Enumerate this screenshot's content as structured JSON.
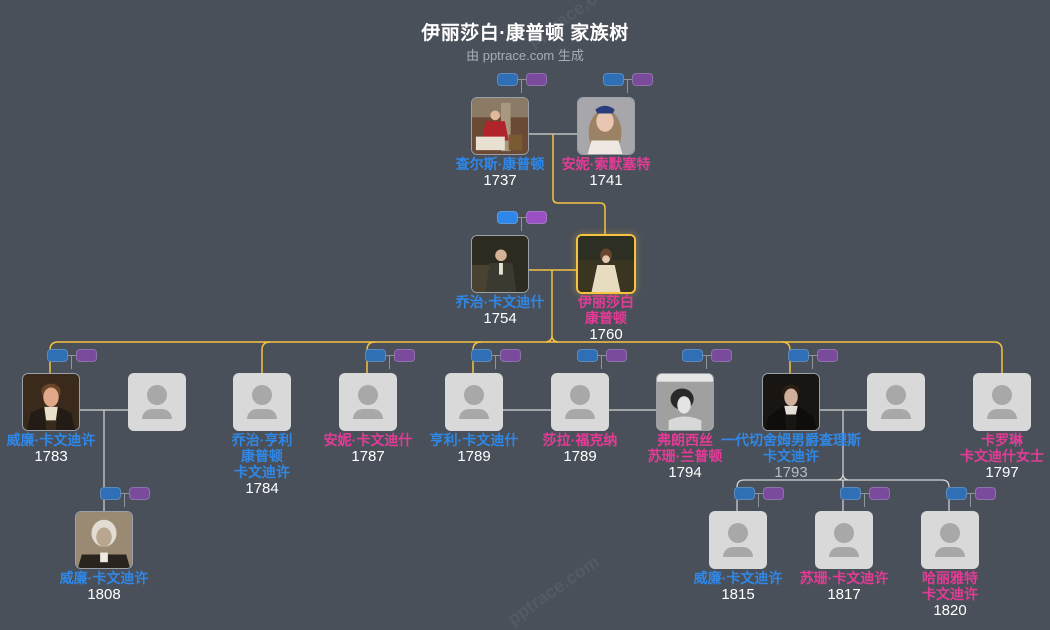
{
  "header": {
    "title": "伊丽莎白·康普顿 家族树",
    "subtitle": "由 pptrace.com 生成"
  },
  "watermark": "pptrace.com",
  "colors": {
    "background": "#4a5059",
    "male": "#2f88e8",
    "female": "#e43b97",
    "focus_border": "#f5c242",
    "lineage_line": "#f5c242",
    "spouse_line": "#d8d8d8",
    "placeholder": "#d9d9d9"
  },
  "node_buttons": {
    "left_icon": "expand-parents-button",
    "right_icon": "expand-options-button"
  },
  "people": {
    "charles": {
      "name": "查尔斯·康普顿",
      "year": "1737",
      "gender": "male",
      "photo": true
    },
    "anne_s": {
      "name": "安妮·索默塞特",
      "year": "1741",
      "gender": "female",
      "photo": true
    },
    "george": {
      "name": "乔治·卡文迪什",
      "year": "1754",
      "gender": "male",
      "photo": true
    },
    "elizabeth": {
      "name_l1": "伊丽莎白",
      "name_l2": "康普顿",
      "year": "1760",
      "gender": "female",
      "photo": true,
      "focus": true
    },
    "william1783": {
      "name": "威廉·卡文迪许",
      "year": "1783",
      "gender": "male",
      "photo": true
    },
    "spouse_w1783": {
      "name": "",
      "year": "",
      "gender": "unknown",
      "photo": false
    },
    "george_henry": {
      "name_l1": "乔治·亨利",
      "name_l2": "康普顿",
      "name_l3": "卡文迪许",
      "year": "1784",
      "gender": "male",
      "photo": false
    },
    "anne1787": {
      "name": "安妮·卡文迪什",
      "year": "1787",
      "gender": "female",
      "photo": false
    },
    "henry1789": {
      "name": "亨利·卡文迪什",
      "year": "1789",
      "gender": "male",
      "photo": false
    },
    "sarah1789": {
      "name": "莎拉·福克纳",
      "year": "1789",
      "gender": "female",
      "photo": false
    },
    "frances1794": {
      "name_l1": "弗朗西丝",
      "name_l2": "苏珊·兰普顿",
      "year": "1794",
      "gender": "female",
      "photo": true
    },
    "charles1793": {
      "name_l1": "一代切舍姆男爵查理斯",
      "name_l2": "卡文迪许",
      "year": "1793",
      "gender": "male",
      "photo": true
    },
    "spouse_c1793": {
      "name": "",
      "year": "",
      "gender": "unknown",
      "photo": false
    },
    "caroline1797": {
      "name_l1": "卡罗琳",
      "name_l2": "卡文迪什女士",
      "year": "1797",
      "gender": "female",
      "photo": false
    },
    "william1808": {
      "name": "威廉·卡文迪许",
      "year": "1808",
      "gender": "male",
      "photo": true
    },
    "william1815": {
      "name": "威廉·卡文迪许",
      "year": "1815",
      "gender": "male",
      "photo": false
    },
    "susan1817": {
      "name": "苏珊·卡文迪许",
      "year": "1817",
      "gender": "female",
      "photo": false
    },
    "harriet1820": {
      "name_l1": "哈丽雅特",
      "name_l2": "卡文迪许",
      "year": "1820",
      "gender": "female",
      "photo": false
    }
  }
}
